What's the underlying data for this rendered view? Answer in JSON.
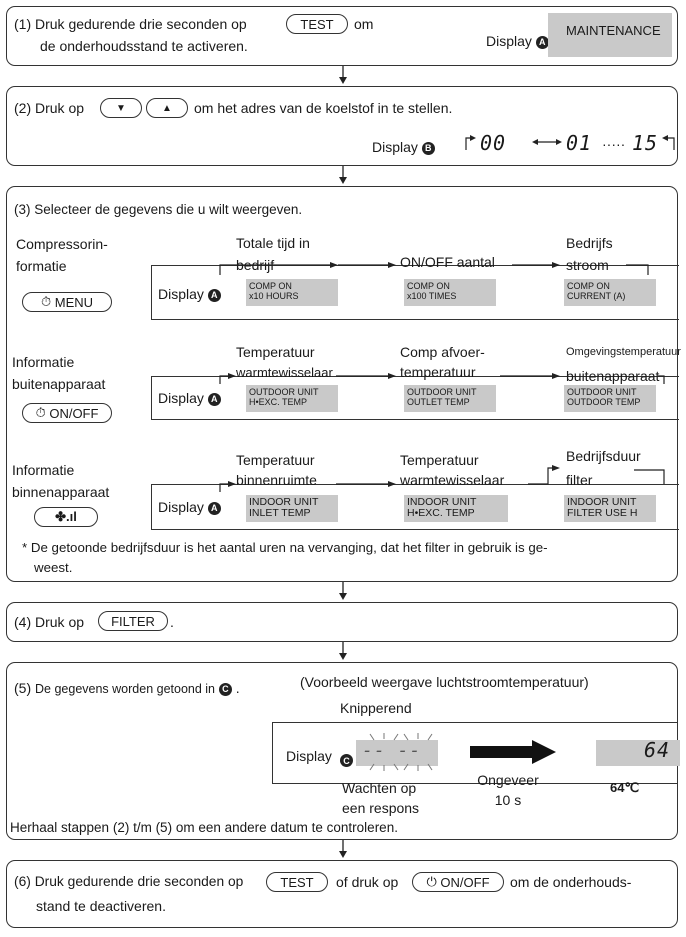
{
  "s1": {
    "text_a": "(1) Druk gedurende drie seconden op",
    "btn": "TEST",
    "text_b": "om",
    "text_c": "de onderhoudsstand te activeren.",
    "display_label": "Display",
    "badge": "A",
    "lcd": "MAINTENANCE"
  },
  "s2": {
    "text_a": "(2)  Druk op",
    "btn_down": "▼",
    "btn_up": "▲",
    "text_b": "om het adres van de koelstof in te stellen.",
    "display_label": "Display",
    "badge": "B",
    "seg1": "00",
    "seg2": "01",
    "dots": "·····",
    "seg3": "15"
  },
  "s3": {
    "title": "(3) Selecteer de gegevens die u wilt weergeven.",
    "rows": [
      {
        "label1": "Compressorin-",
        "label2": "formatie",
        "btn": "MENU",
        "display_label": "Display",
        "badge": "A",
        "col1a": "Totale tijd in",
        "col1b": "bedrijf",
        "col2a": "ON/OFF aantal",
        "col2b": "",
        "col3a": "Bedrijfs",
        "col3b": "stroom",
        "lcd1a": "COMP ON",
        "lcd1b": "x10 HOURS",
        "lcd2a": "COMP ON",
        "lcd2b": "x100 TIMES",
        "lcd3a": "COMP ON",
        "lcd3b": "CURRENT (A)"
      },
      {
        "label1": "Informatie",
        "label2": "buitenapparaat",
        "btn": "ON/OFF",
        "display_label": "Display",
        "badge": "A",
        "col1a": "Temperatuur",
        "col1b": "warmtewisselaar",
        "col2a": "Comp afvoer-",
        "col2b": "temperatuur",
        "col3a": "Omgevingstemperatuur",
        "col3b": "buitenapparaat",
        "lcd1a": "OUTDOOR UNIT",
        "lcd1b": "H•EXC. TEMP",
        "lcd2a": "OUTDOOR UNIT",
        "lcd2b": "OUTLET TEMP",
        "lcd3a": "OUTDOOR UNIT",
        "lcd3b": "OUTDOOR TEMP"
      },
      {
        "label1": "Informatie",
        "label2": "binnenapparaat",
        "btn": "✤.ıl",
        "display_label": "Display",
        "badge": "A",
        "col1a": "Temperatuur",
        "col1b": "binnenruimte",
        "col2a": "Temperatuur",
        "col2b": "warmtewisselaar",
        "col3a": "Bedrijfsduur",
        "col3b": "filter",
        "lcd1a": "INDOOR UNIT",
        "lcd1b": "INLET TEMP",
        "lcd2a": "INDOOR UNIT",
        "lcd2b": "H•EXC. TEMP",
        "lcd3a": "INDOOR UNIT",
        "lcd3b": "FILTER USE H"
      }
    ],
    "note_a": "* De getoonde bedrijfsduur is het aantal uren na vervanging, dat het filter in gebruik is ge-",
    "note_b": "weest."
  },
  "s4": {
    "text": "(4) Druk op",
    "btn": "FILTER",
    "end": "."
  },
  "s5": {
    "text_a": "(5)",
    "text_b": "De gegevens worden getoond in",
    "badge": "C",
    "end": ".",
    "example": "(Voorbeeld weergave luchtstroomtemperatuur)",
    "blink": "Knipperend",
    "display_label": "Display",
    "dashes": "-- --",
    "wait1": "Wachten op",
    "wait2": "een respons",
    "approx1": "Ongeveer",
    "approx2": "10 s",
    "value_seg": "64",
    "value_c": "64℃",
    "repeat": "Herhaal stappen (2) t/m (5) om een andere datum te controleren."
  },
  "s6": {
    "text_a": "(6) Druk gedurende drie seconden op",
    "btn1": "TEST",
    "text_b": "of druk op",
    "btn2": "ON/OFF",
    "text_c": "om de onderhouds-",
    "text_d": "stand te deactiveren."
  }
}
